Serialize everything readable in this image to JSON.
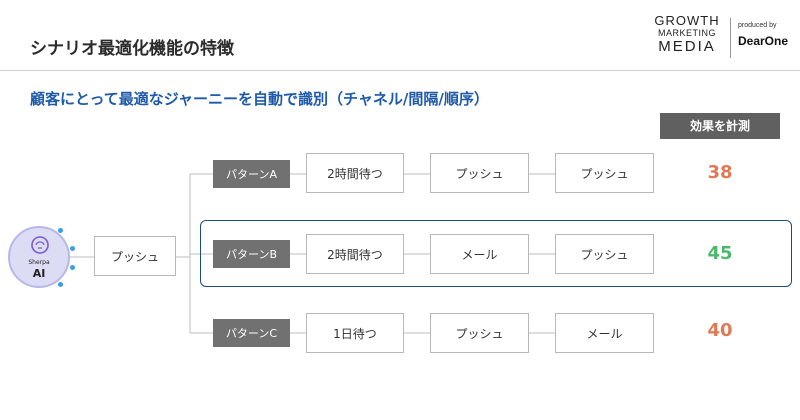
{
  "header": {
    "title": "シナリオ最適化機能の特徴",
    "logo": {
      "line1": "GROWTH",
      "line2": "MARKETING",
      "line3": "MEDIA"
    },
    "produced_by": "produced by",
    "brand": "DearOne"
  },
  "subtitle": "顧客にとって最適なジャーニーを自動で識別（チャネル/間隔/順序）",
  "effect_header": "効果を計測",
  "avatar": {
    "small_text": "Sherpa",
    "label": "AI"
  },
  "start_node": "プッシュ",
  "patterns": [
    {
      "label": "パターンA",
      "steps": [
        "2時間待つ",
        "プッシュ",
        "プッシュ"
      ],
      "result": "38",
      "result_color": "#e07a55"
    },
    {
      "label": "パターンB",
      "steps": [
        "2時間待つ",
        "メール",
        "プッシュ"
      ],
      "result": "45",
      "result_color": "#4cb86a",
      "highlighted": true
    },
    {
      "label": "パターンC",
      "steps": [
        "1日待つ",
        "プッシュ",
        "メール"
      ],
      "result": "40",
      "result_color": "#e07a55"
    }
  ],
  "colors": {
    "accent_blue": "#1e5aa8",
    "highlight_border": "#1e4a86",
    "label_bg": "#717171"
  }
}
